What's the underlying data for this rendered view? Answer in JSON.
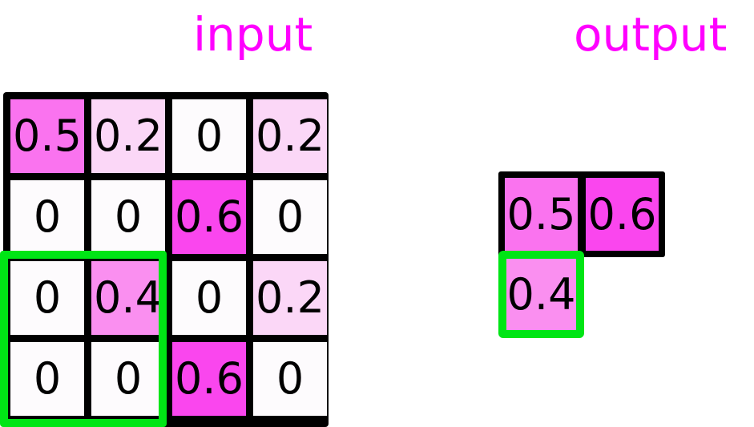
{
  "titles": {
    "input": "input",
    "output": "output",
    "color": "#ff00ff"
  },
  "palette": {
    "zero": "#fdfbfd",
    "v02": "#fbd7f7",
    "v04": "#fa8ff0",
    "v05": "#fa73ef",
    "v06": "#fa46ee",
    "border": "#000000",
    "highlight": "#00e515",
    "background": "#ffffff"
  },
  "chart_data": {
    "type": "heatmap",
    "title": "input / output grid transformation",
    "input": {
      "label": "input",
      "rows": 4,
      "cols": 4,
      "values": [
        [
          "0.5",
          "0.2",
          "0",
          "0.2"
        ],
        [
          "0",
          "0",
          "0.6",
          "0"
        ],
        [
          "0",
          "0.4",
          "0",
          "0.2"
        ],
        [
          "0",
          "0",
          "0.6",
          "0"
        ]
      ],
      "cell_colors": [
        [
          "#fa73ef",
          "#fbd7f7",
          "#fdfbfd",
          "#fbd7f7"
        ],
        [
          "#fdfbfd",
          "#fdfbfd",
          "#fa46ee",
          "#fdfbfd"
        ],
        [
          "#fdfbfd",
          "#fa8ff0",
          "#fdfbfd",
          "#fbd7f7"
        ],
        [
          "#fdfbfd",
          "#fdfbfd",
          "#fa46ee",
          "#fdfbfd"
        ]
      ],
      "highlight_region": {
        "row_start": 2,
        "row_end": 3,
        "col_start": 0,
        "col_end": 1,
        "color": "#00e515"
      }
    },
    "output": {
      "label": "output",
      "rows": 2,
      "cols": 2,
      "values": [
        [
          "0.5",
          "0.6"
        ],
        [
          "0.4",
          ""
        ]
      ],
      "cell_colors": [
        [
          "#fa73ef",
          "#fa46ee"
        ],
        [
          "#fa8ff0",
          null
        ]
      ],
      "highlight_cell": {
        "row": 1,
        "col": 0,
        "color": "#00e515"
      }
    }
  }
}
